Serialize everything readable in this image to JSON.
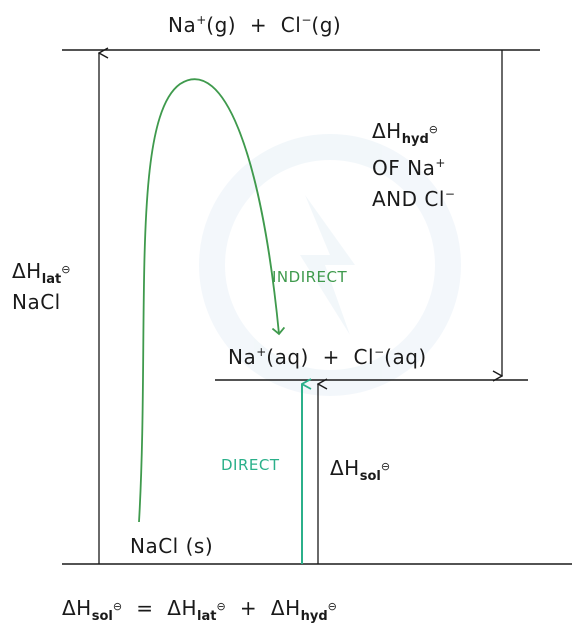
{
  "levels": {
    "top": {
      "ion1": "Na",
      "charge1": "+",
      "state1": "(g)",
      "plus": "+",
      "ion2": "Cl",
      "charge2": "−",
      "state2": "(g)"
    },
    "middle": {
      "ion1": "Na",
      "charge1": "+",
      "state1": "(aq)",
      "plus": "+",
      "ion2": "Cl",
      "charge2": "−",
      "state2": "(aq)"
    },
    "bottom": {
      "text": "NaCl (s)"
    }
  },
  "enthalpy_labels": {
    "lattice": {
      "delta": "ΔH",
      "sub": "lat",
      "std": "⊖",
      "compound": "NaCl"
    },
    "hydration": {
      "delta": "ΔH",
      "sub": "hyd",
      "std": "⊖",
      "line2_text": "OF Na",
      "line2_charge": "+",
      "line3_text": "AND Cl",
      "line3_charge": "−"
    },
    "solution": {
      "delta": "ΔH",
      "sub": "sol",
      "std": "⊖"
    }
  },
  "routes": {
    "indirect": "INDIRECT",
    "direct": "DIRECT"
  },
  "equation": {
    "lhs_delta": "ΔH",
    "lhs_sub": "sol",
    "lhs_std": "⊖",
    "equals": "=",
    "t1_delta": "ΔH",
    "t1_sub": "lat",
    "t1_std": "⊖",
    "plus": "+",
    "t2_delta": "ΔH",
    "t2_sub": "hyd",
    "t2_std": "⊖"
  },
  "colors": {
    "line": "#1a1a1a",
    "indirect_route": "#3f9a4d",
    "direct_route": "#2bb08a"
  }
}
